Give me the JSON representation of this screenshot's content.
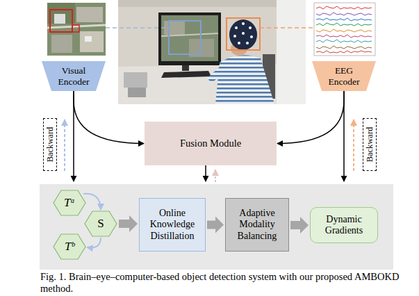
{
  "diagram": {
    "caption": "Fig. 1. Brain–eye–computer-based object detection system with our proposed AMBOKD method.",
    "nodes": [
      {
        "text": [
          "Visual Encoder"
        ]
      },
      {
        "text": [
          "EEG Encoder"
        ]
      },
      {
        "text": [
          "Backward"
        ]
      },
      {
        "text": [
          "Fusion Module"
        ]
      },
      {
        "text": [
          "Backward"
        ]
      },
      {
        "text": [
          "Tᵃ"
        ]
      },
      {
        "text": [
          "S"
        ]
      },
      {
        "text": [
          "Tᵇ"
        ]
      },
      {
        "text": [
          "Online Knowledge Distillation"
        ]
      },
      {
        "text": [
          "Adaptive Modality Balancing"
        ]
      },
      {
        "text": [
          "Dynamic Gradients"
        ]
      }
    ],
    "edges": [
      {
        "from": 0,
        "to": 3,
        "arrow": "to"
      },
      {
        "from": 1,
        "to": 3,
        "arrow": "to"
      },
      {
        "from": 5,
        "to": 6,
        "arrow": "to"
      },
      {
        "from": 6,
        "to": 7,
        "arrow": "to"
      },
      {
        "from": 6,
        "to": 8,
        "arrow": "to"
      },
      {
        "from": 8,
        "to": 9,
        "arrow": "to"
      },
      {
        "from": 9,
        "to": 10,
        "arrow": "to"
      }
    ]
  }
}
